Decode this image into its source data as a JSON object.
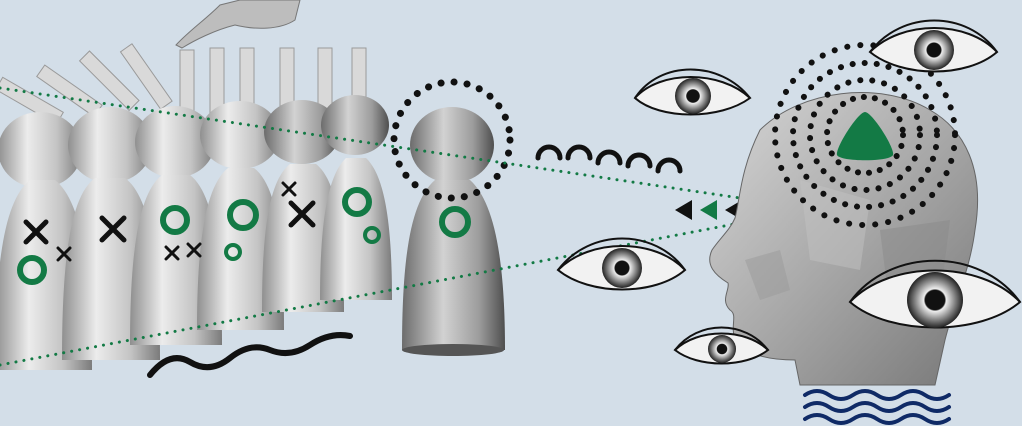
{
  "scene": {
    "colors": {
      "background": "#d3dee8",
      "accent_green": "#137a45",
      "navy": "#0f2a66",
      "ink": "#111111"
    },
    "icons": [
      "wooden-peg-figure",
      "eye-illustration",
      "sculpted-head",
      "green-triangle",
      "cross-mark",
      "circle-mark",
      "wave-line"
    ]
  }
}
